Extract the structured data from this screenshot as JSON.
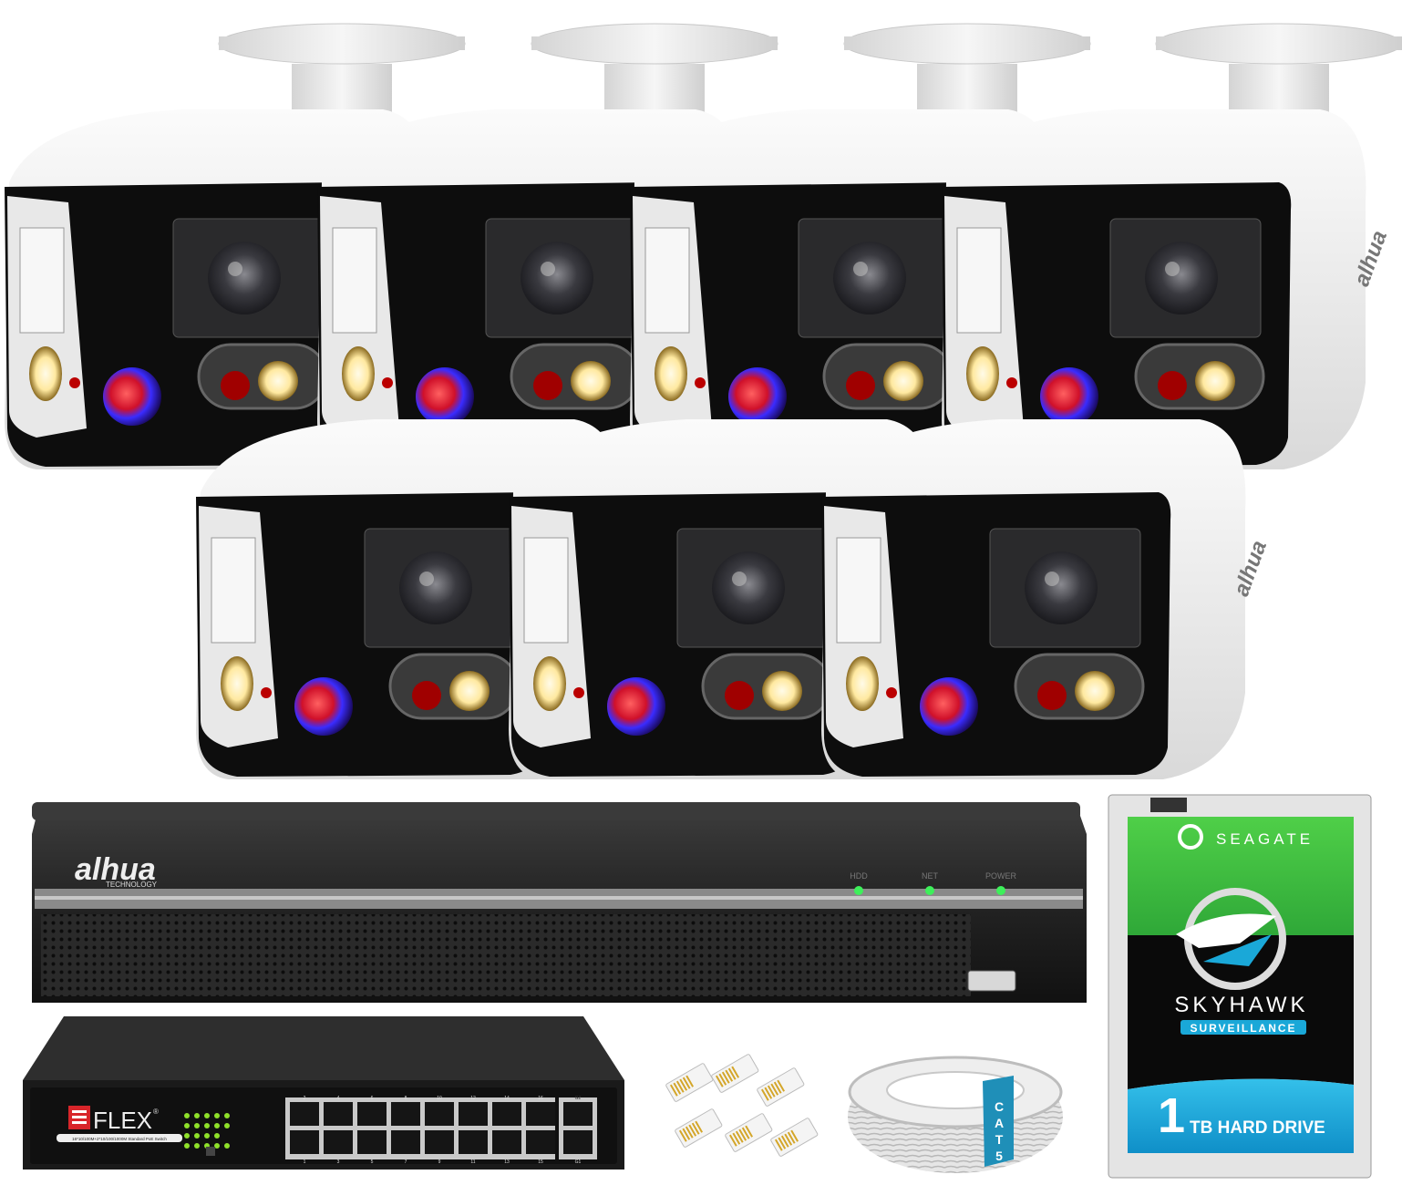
{
  "product": {
    "camera_count": 7,
    "camera_brand": "alhua",
    "nvr": {
      "brand": "alhua",
      "brand_sub": "TECHNOLOGY",
      "indicators": [
        "HDD",
        "NET",
        "POWER"
      ],
      "indicator_color": "#3df05a"
    },
    "switch": {
      "brand": "FLEX",
      "mark": "®",
      "subtitle": "16*10/100M+2*10/100/1000M Standard PoE Switch",
      "port_numbers_top": [
        "2",
        "4",
        "6",
        "8",
        "10",
        "12",
        "14",
        "16"
      ],
      "port_numbers_bottom": [
        "1",
        "3",
        "5",
        "7",
        "9",
        "11",
        "13",
        "15"
      ],
      "uplink_labels": [
        "G2",
        "G1"
      ],
      "led_color": "#8fe02a"
    },
    "cable": {
      "label": "CAT5"
    },
    "hdd": {
      "brand": "SEAGATE",
      "model": "SKYHAWK",
      "line": "SURVEILLANCE",
      "capacity": "1",
      "capacity_unit": "TB HARD DRIVE",
      "colors": {
        "top": "#3cbf3a",
        "bottom": "#1aa8d8"
      }
    }
  }
}
